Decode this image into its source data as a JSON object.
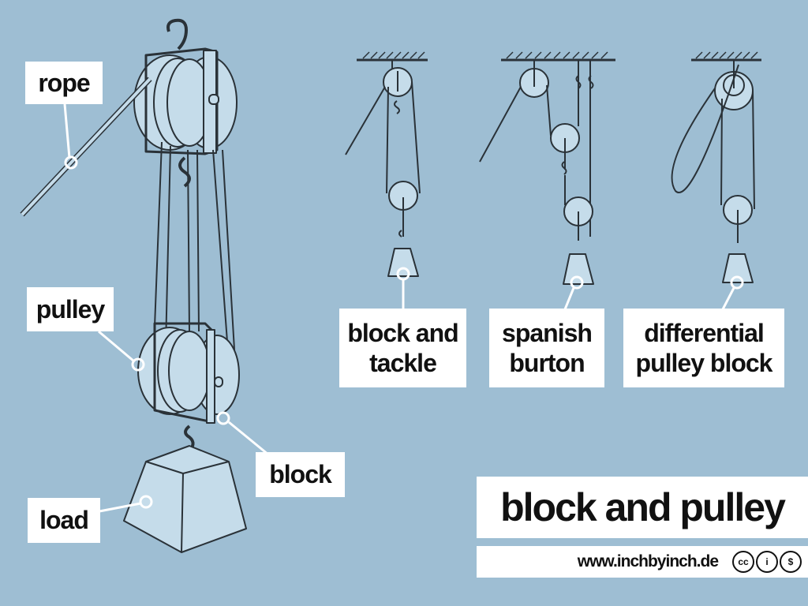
{
  "title": "block and pulley",
  "footer": {
    "url": "www.inchbyinch.de",
    "license_icons": [
      {
        "name": "cc-icon",
        "glyph": "cc"
      },
      {
        "name": "attribution-icon",
        "glyph": "i"
      },
      {
        "name": "noncommercial-icon",
        "glyph": "$"
      }
    ]
  },
  "main_diagram": {
    "labels": {
      "rope": "rope",
      "pulley": "pulley",
      "block": "block",
      "load": "load"
    }
  },
  "variants": [
    {
      "line1": "block and",
      "line2": "tackle"
    },
    {
      "line1": "spanish",
      "line2": "burton"
    },
    {
      "line1": "differential",
      "line2": "pulley block"
    }
  ],
  "colors": {
    "background": "#9ebed3",
    "object_fill": "#c5dcea",
    "label_bg": "#ffffff",
    "text": "#111111",
    "stroke": "#2a3238"
  }
}
